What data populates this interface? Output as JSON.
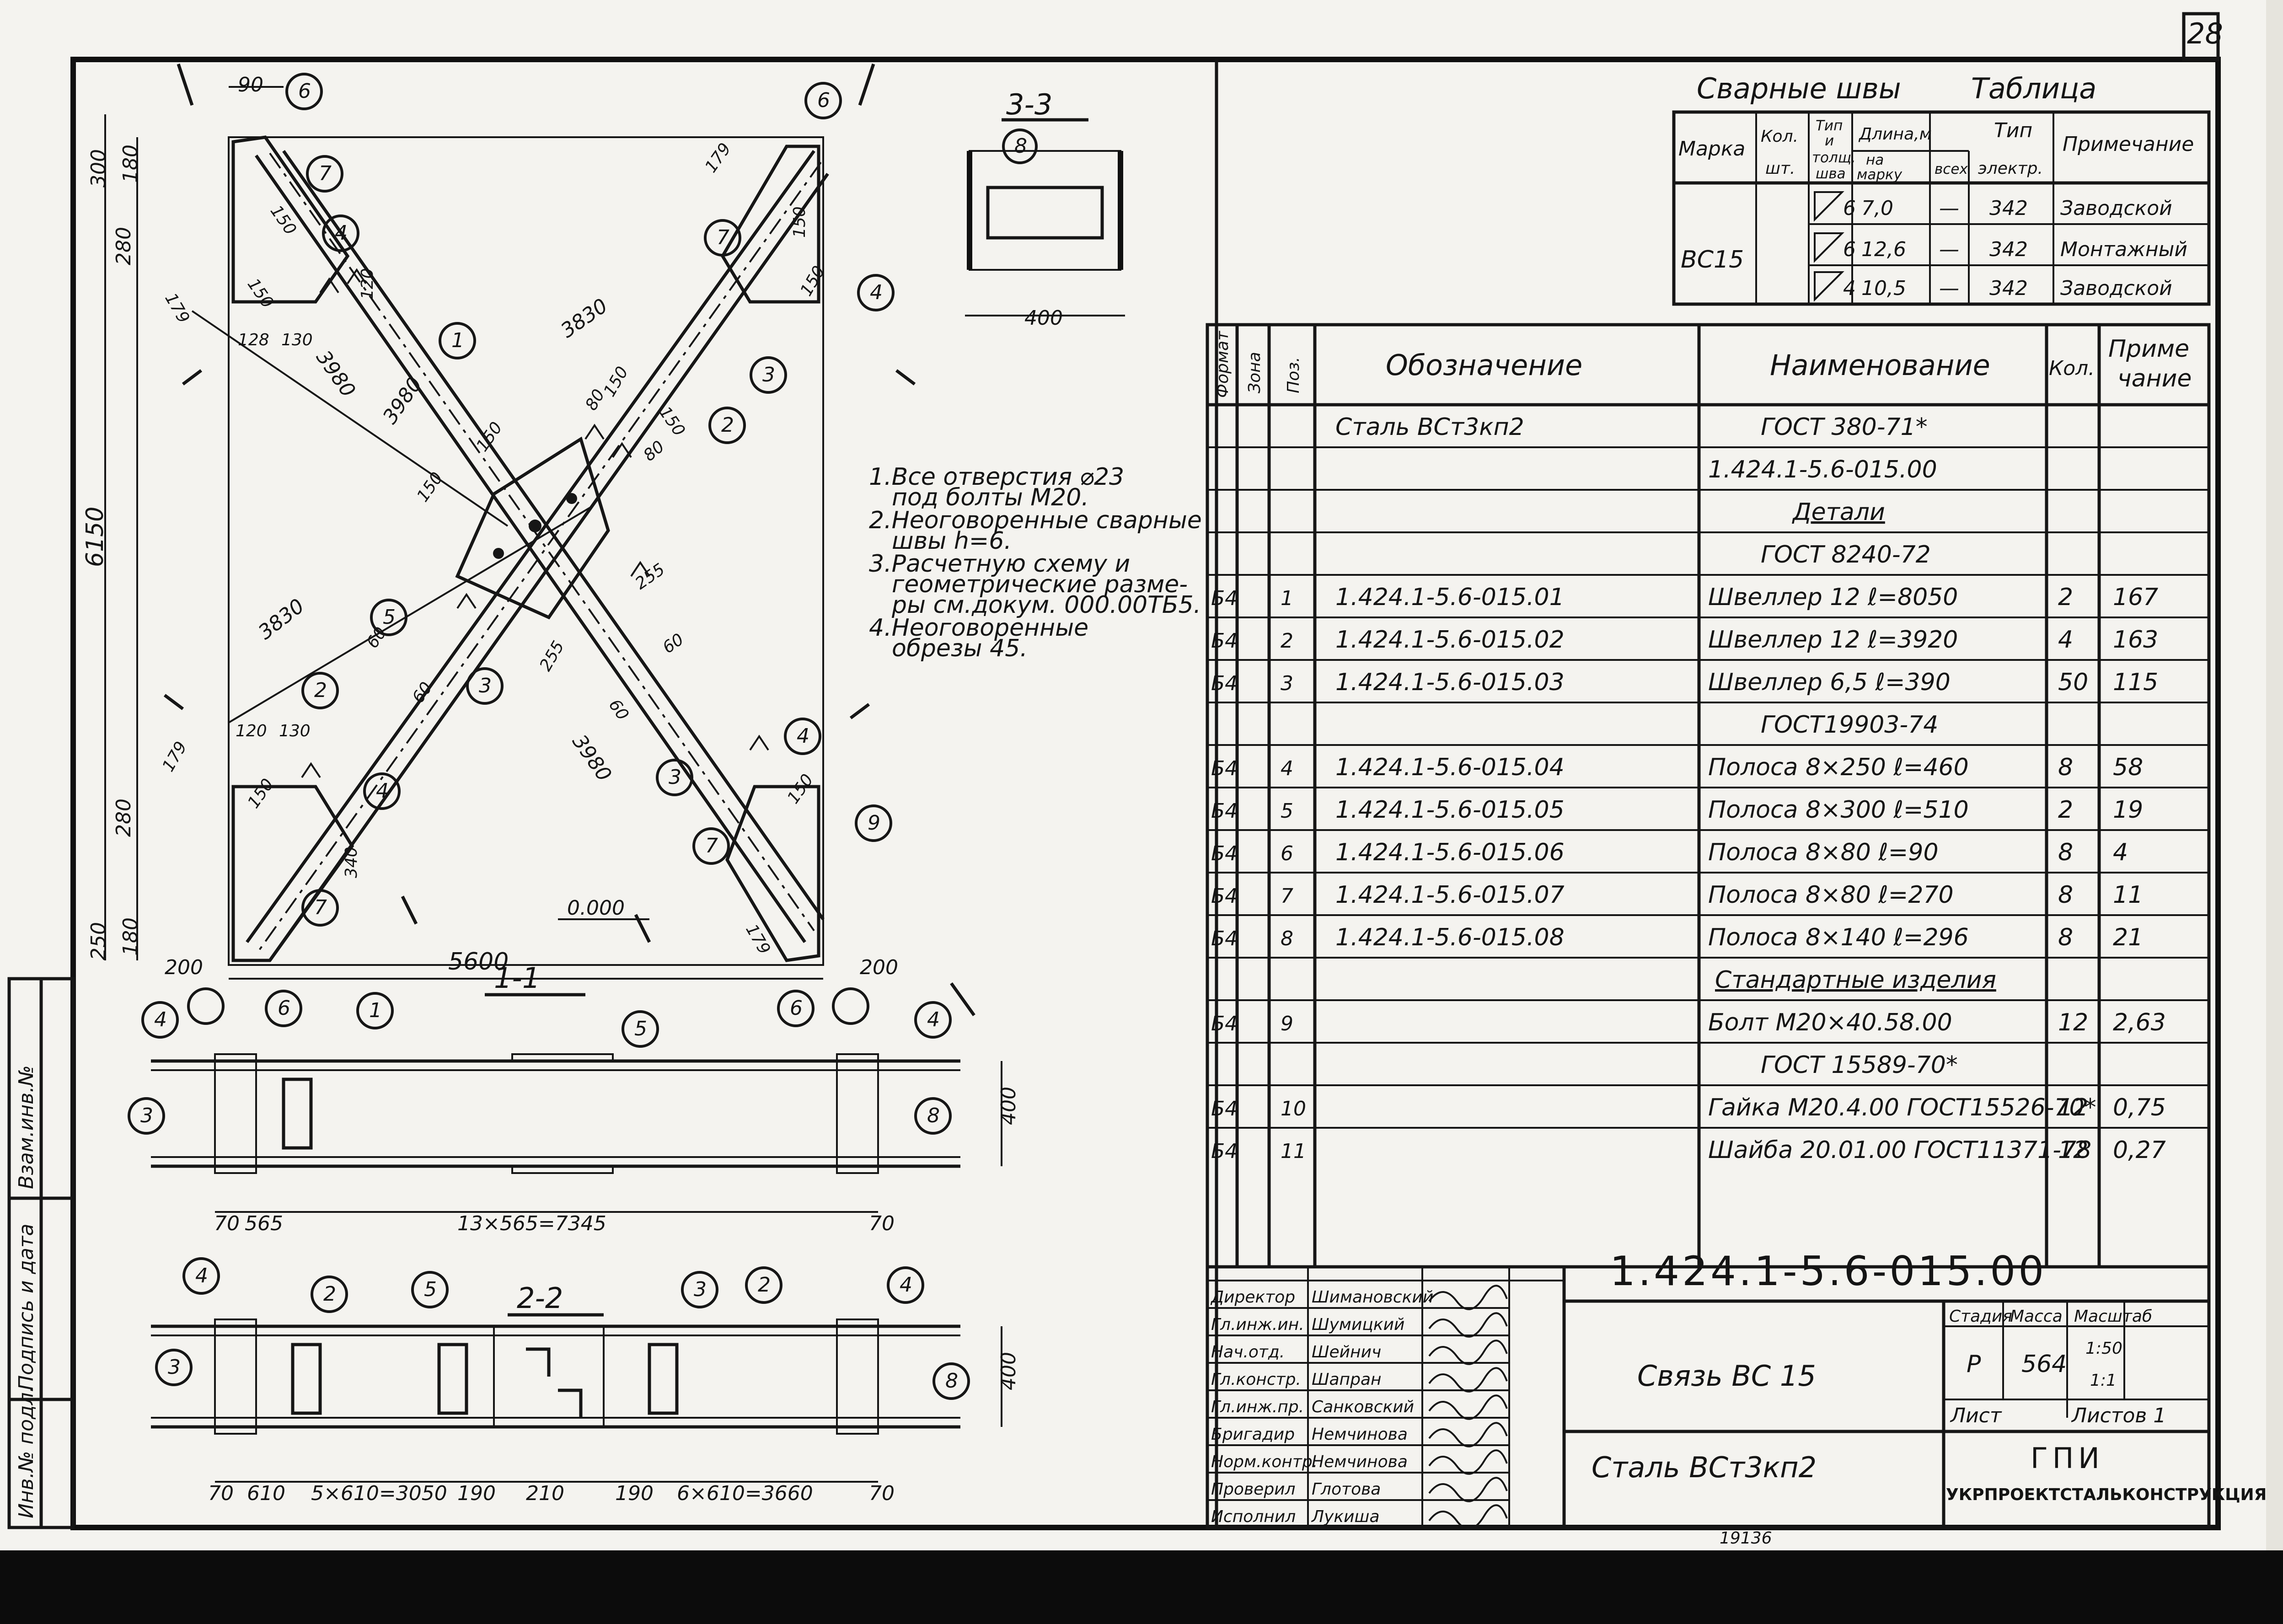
{
  "sheet_no": "28",
  "weld_table": {
    "title": "Сварные швы",
    "table_word": "Таблица",
    "headers": [
      "Марка",
      "Кол.",
      "шт.",
      "Тип",
      "и",
      "толщ.",
      "шва",
      "Длина,м",
      "на",
      "марку",
      "всех",
      "Тип",
      "электр.",
      "Примечание"
    ],
    "mark": "ВС15",
    "rows": [
      {
        "type": "6",
        "len": "7,0",
        "all": "—",
        "el": "342",
        "note": "Заводской"
      },
      {
        "type": "6",
        "len": "12,6",
        "all": "—",
        "el": "342",
        "note": "Монтажный"
      },
      {
        "type": "4",
        "len": "10,5",
        "all": "—",
        "el": "342",
        "note": "Заводской"
      }
    ]
  },
  "spec": {
    "headers": {
      "format": "Формат",
      "zone": "Зона",
      "pos": "Поз.",
      "designation": "Обозначение",
      "name": "Наименование",
      "qty": "Кол.",
      "note1": "Приме",
      "note2": "чание"
    },
    "rows": [
      {
        "f": "",
        "p": "",
        "d": "Сталь ВСт3кп2",
        "n": "ГОСТ 380-71*",
        "q": "",
        "r": ""
      },
      {
        "f": "",
        "p": "",
        "d": "",
        "n": "1.424.1-5.6-015.00",
        "q": "",
        "r": ""
      },
      {
        "f": "",
        "p": "",
        "d": "",
        "n": "Детали",
        "q": "",
        "r": ""
      },
      {
        "f": "",
        "p": "",
        "d": "",
        "n": "ГОСТ 8240-72",
        "q": "",
        "r": ""
      },
      {
        "f": "Б4",
        "p": "1",
        "d": "1.424.1-5.6-015.01",
        "n": "Швеллер 12  ℓ=8050",
        "q": "2",
        "r": "167"
      },
      {
        "f": "Б4",
        "p": "2",
        "d": "1.424.1-5.6-015.02",
        "n": "Швеллер 12  ℓ=3920",
        "q": "4",
        "r": "163"
      },
      {
        "f": "Б4",
        "p": "3",
        "d": "1.424.1-5.6-015.03",
        "n": "Швеллер 6,5 ℓ=390",
        "q": "50",
        "r": "115"
      },
      {
        "f": "",
        "p": "",
        "d": "",
        "n": "ГОСТ19903-74",
        "q": "",
        "r": ""
      },
      {
        "f": "Б4",
        "p": "4",
        "d": "1.424.1-5.6-015.04",
        "n": "Полоса 8×250  ℓ=460",
        "q": "8",
        "r": "58"
      },
      {
        "f": "Б4",
        "p": "5",
        "d": "1.424.1-5.6-015.05",
        "n": "Полоса 8×300  ℓ=510",
        "q": "2",
        "r": "19"
      },
      {
        "f": "Б4",
        "p": "6",
        "d": "1.424.1-5.6-015.06",
        "n": "Полоса 8×80  ℓ=90",
        "q": "8",
        "r": "4"
      },
      {
        "f": "Б4",
        "p": "7",
        "d": "1.424.1-5.6-015.07",
        "n": "Полоса 8×80  ℓ=270",
        "q": "8",
        "r": "11"
      },
      {
        "f": "Б4",
        "p": "8",
        "d": "1.424.1-5.6-015.08",
        "n": "Полоса 8×140  ℓ=296",
        "q": "8",
        "r": "21"
      },
      {
        "f": "",
        "p": "",
        "d": "",
        "n": "Стандартные изделия",
        "q": "",
        "r": ""
      },
      {
        "f": "Б4",
        "p": "9",
        "d": "",
        "n": "Болт М20×40.58.00",
        "q": "12",
        "r": "2,63"
      },
      {
        "f": "",
        "p": "",
        "d": "",
        "n": "ГОСТ 15589-70*",
        "q": "",
        "r": ""
      },
      {
        "f": "Б4",
        "p": "10",
        "d": "",
        "n": "Гайка М20.4.00 ГОСТ15526-70*",
        "q": "12",
        "r": "0,75"
      },
      {
        "f": "Б4",
        "p": "11",
        "d": "",
        "n": "Шайба 20.01.00 ГОСТ11371-78",
        "q": "12",
        "r": "0,27"
      }
    ]
  },
  "title_block": {
    "code": "1.424.1-5.6-015.00",
    "name": "Связь ВС 15",
    "material": "Сталь ВСт3кп2",
    "stage_label": "Стадия",
    "mass_label": "Масса",
    "scale_label": "Масштаб",
    "stage": "Р",
    "mass": "564",
    "scale1": "1:50",
    "scale2": "1:1",
    "sheet_label": "Лист",
    "sheets_label": "Листов 1",
    "org1": "ГПИ",
    "org2": "УКРПРОЕКТСТАЛЬКОНСТРУКЦИЯ",
    "staff": [
      {
        "role": "Директор",
        "person": "Шимановский"
      },
      {
        "role": "Гл.инж.ин.",
        "person": "Шумицкий"
      },
      {
        "role": "Нач.отд.",
        "person": "Шейнич"
      },
      {
        "role": "Гл.констр.",
        "person": "Шапран"
      },
      {
        "role": "Гл.инж.пр.",
        "person": "Санковский"
      },
      {
        "role": "Бригадир",
        "person": "Немчинова"
      },
      {
        "role": "Норм.контр.",
        "person": "Немчинова"
      },
      {
        "role": "Проверил",
        "person": "Глотова"
      },
      {
        "role": "Исполнил",
        "person": "Лукиша"
      }
    ]
  },
  "side_stamp": {
    "a": "Инв.№ подл.",
    "b": "Подпись и дата",
    "c": "Взам.инв.№"
  },
  "notes": [
    "1.Все отверстия ⌀23",
    "под болты М20.",
    "2.Неоговоренные сварные",
    "швы h=6.",
    "3.Расчетную схему и",
    "геометрические разме-",
    "ры см.докум. 000.00ТБ5.",
    "4.Неоговоренные",
    "обрезы 45."
  ],
  "views": {
    "section33": "3-3",
    "section11": "1-1",
    "section22": "2-2",
    "dim400": "400",
    "elev": "0.000"
  },
  "dims": {
    "w90": "90",
    "d300": "300",
    "d180": "180",
    "d280": "280",
    "d179": "179",
    "d120": "120",
    "d128": "128",
    "d130": "130",
    "d150": "150",
    "d3830": "3830",
    "d3980": "3980",
    "d6150": "6150",
    "d80": "80",
    "d255": "255",
    "d60": "60",
    "d340": "340",
    "d250": "250",
    "d200": "200",
    "d5600": "5600",
    "s1a": "70",
    "s1b": "565",
    "s1c": "13×565=7345",
    "s1d": "70",
    "s2a": "70",
    "s2b": "610",
    "s2c": "5×610=3050",
    "s2d": "190",
    "s2e": "210",
    "s2f": "190",
    "s2g": "6×610=3660",
    "s2h": "70"
  },
  "footer_no": "19136"
}
